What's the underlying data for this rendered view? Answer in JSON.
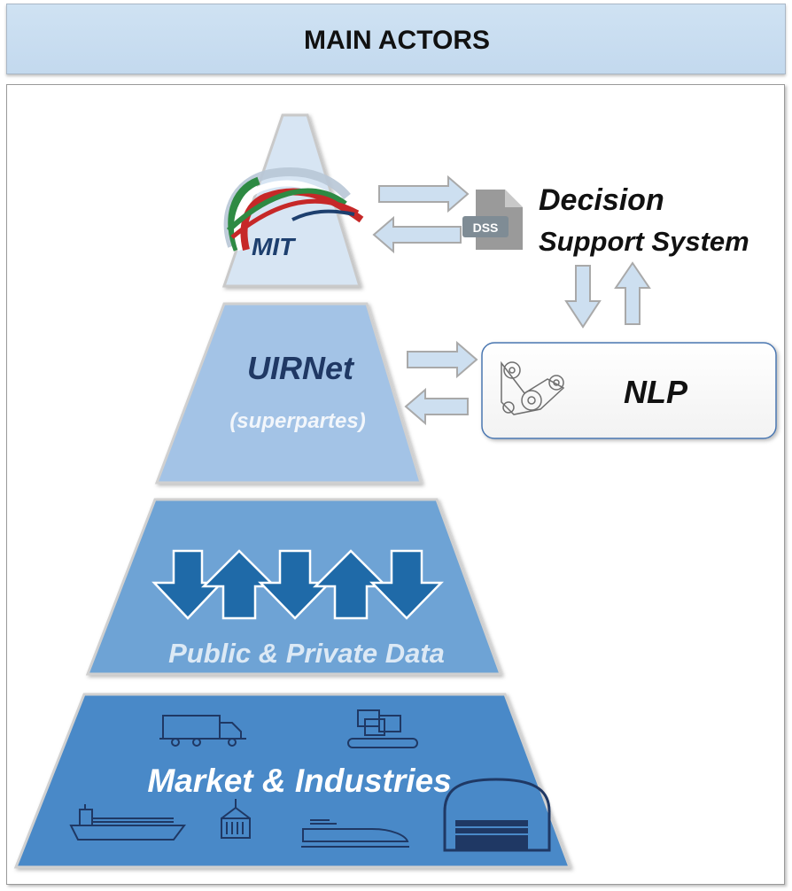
{
  "header": {
    "title": "MAIN ACTORS"
  },
  "pyramid": {
    "top": {
      "logo_text": "MIT"
    },
    "level2": {
      "title": "UIRNet",
      "subtitle": "(superpartes)"
    },
    "level3": {
      "label": "Public & Private Data"
    },
    "level4": {
      "label": "Market & Industries"
    }
  },
  "dss": {
    "file_label": "DSS",
    "title_line1": "Decision",
    "title_line2": "Support System"
  },
  "nlp": {
    "label": "NLP"
  },
  "colors": {
    "header_bg": "#c9ddf1",
    "level1": "#d7e5f3",
    "level2": "#a3c3e6",
    "level3": "#6ea3d5",
    "level4": "#4a89c8",
    "arrow_dark": "#1f6aa8",
    "arrow_light": "#cddff0",
    "text_navy": "#1f3864"
  },
  "icons": {
    "truck": "truck-icon",
    "conveyor": "conveyor-icon",
    "ship": "ship-icon",
    "container_crane": "container-crane-icon",
    "train": "train-icon",
    "warehouse": "warehouse-icon",
    "dss_file": "document-icon",
    "nlp_gears": "gears-icon"
  }
}
